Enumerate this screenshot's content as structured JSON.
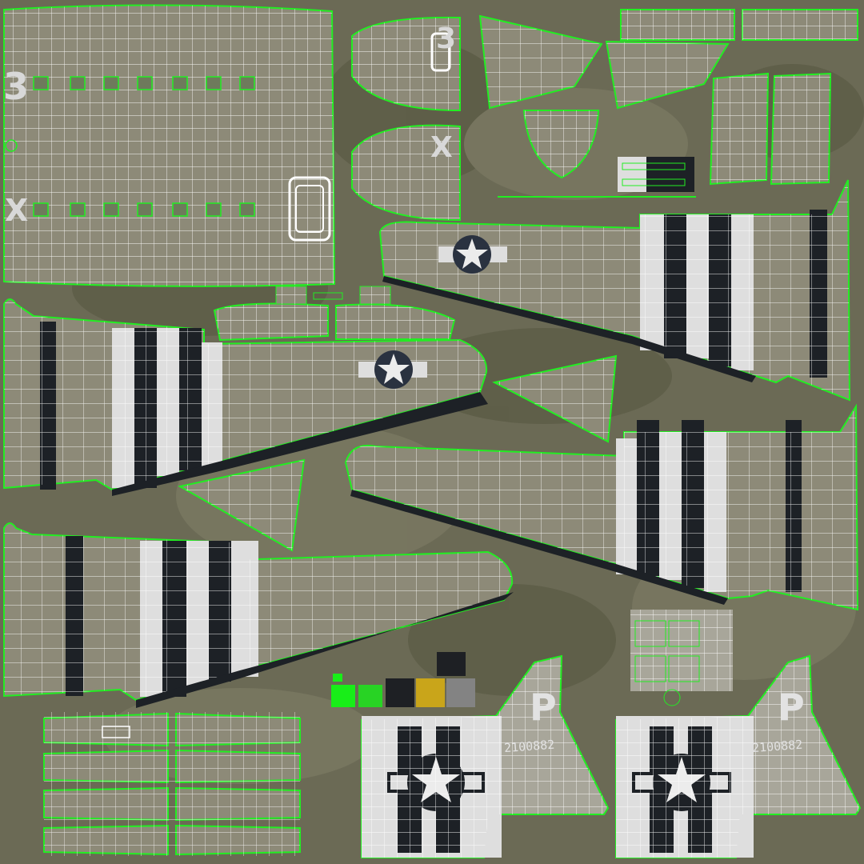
{
  "texture": {
    "colors": {
      "background": "#6b6a55",
      "background_dark": "#55553f",
      "background_light": "#817f68",
      "panel_fill": "#8d8a78",
      "panel_light": "#a8a69a",
      "wire": "#ffffff",
      "seam": "#22ee22",
      "stripe_black": "#1d2126",
      "stripe_white": "#dedede",
      "roundel_blue": "#2a3240",
      "roundel_white": "#ececec",
      "swatch_green": "#18ee18",
      "swatch_yellow": "#c9a51a",
      "swatch_dark": "#1e2024",
      "swatch_grey": "#838383"
    },
    "markings": {
      "fuselage_letter_left": "3",
      "fuselage_letter_left2": "X",
      "nose_letter_top": "3",
      "nose_letter_bottom": "X",
      "tail_letter_left": "P",
      "tail_letter_right": "P",
      "tail_serial_left": "2100882",
      "tail_serial_right": "2100882"
    }
  }
}
